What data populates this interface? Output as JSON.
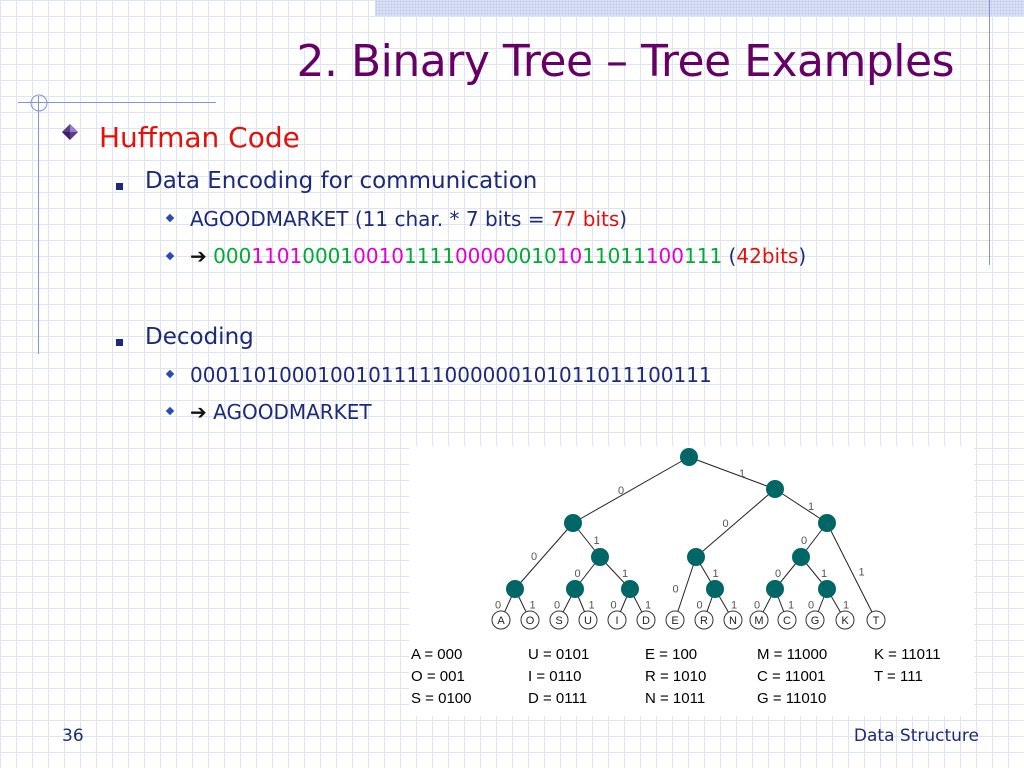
{
  "slide": {
    "title": "2. Binary Tree – Tree Examples",
    "heading": "Huffman Code",
    "items": [
      {
        "label": "Data Encoding for communication",
        "sub": [
          {
            "prefix": "AGOODMARKET (11 char. * 7 bits = ",
            "highlight": "77 bits",
            "suffix": ")"
          },
          {
            "arrow": "➔",
            "segments": [
              {
                "text": "000",
                "color": "green"
              },
              {
                "text": "1101",
                "color": "magenta"
              },
              {
                "text": "0001",
                "color": "green"
              },
              {
                "text": "0010",
                "color": "magenta"
              },
              {
                "text": "1111",
                "color": "green"
              },
              {
                "text": "0000",
                "color": "magenta"
              },
              {
                "text": "0010",
                "color": "green"
              },
              {
                "text": "10",
                "color": "magenta"
              },
              {
                "text": "11011",
                "color": "green"
              },
              {
                "text": "100",
                "color": "magenta"
              },
              {
                "text": "111",
                "color": "green"
              }
            ],
            "open": " (",
            "bits": "42bits",
            "close": ")"
          }
        ]
      },
      {
        "label": "Decoding",
        "sub": [
          {
            "text": "0001101000100101111100000010101101110011​1"
          },
          {
            "arrow": "➔",
            "text": "AGOODMARKET"
          }
        ]
      }
    ],
    "page_number": "36",
    "footer": "Data Structure"
  },
  "tree": {
    "leaves": [
      "A",
      "O",
      "S",
      "U",
      "I",
      "D",
      "E",
      "R",
      "N",
      "M",
      "C",
      "G",
      "K",
      "T"
    ],
    "edge_labels": [
      "0",
      "1"
    ],
    "node_color": "#006666"
  },
  "codes": [
    [
      {
        "sym": "A",
        "code": "000"
      },
      {
        "sym": "O",
        "code": "001"
      },
      {
        "sym": "S",
        "code": "0100"
      }
    ],
    [
      {
        "sym": "U",
        "code": "0101"
      },
      {
        "sym": "I",
        "code": "0110"
      },
      {
        "sym": "D",
        "code": "0111"
      }
    ],
    [
      {
        "sym": "E",
        "code": "100"
      },
      {
        "sym": "R",
        "code": "1010"
      },
      {
        "sym": "N",
        "code": "1011"
      }
    ],
    [
      {
        "sym": "M",
        "code": "11000"
      },
      {
        "sym": "C",
        "code": "11001"
      },
      {
        "sym": "G",
        "code": "11010"
      }
    ],
    [
      {
        "sym": "K",
        "code": "11011"
      },
      {
        "sym": "T",
        "code": "111"
      }
    ]
  ]
}
